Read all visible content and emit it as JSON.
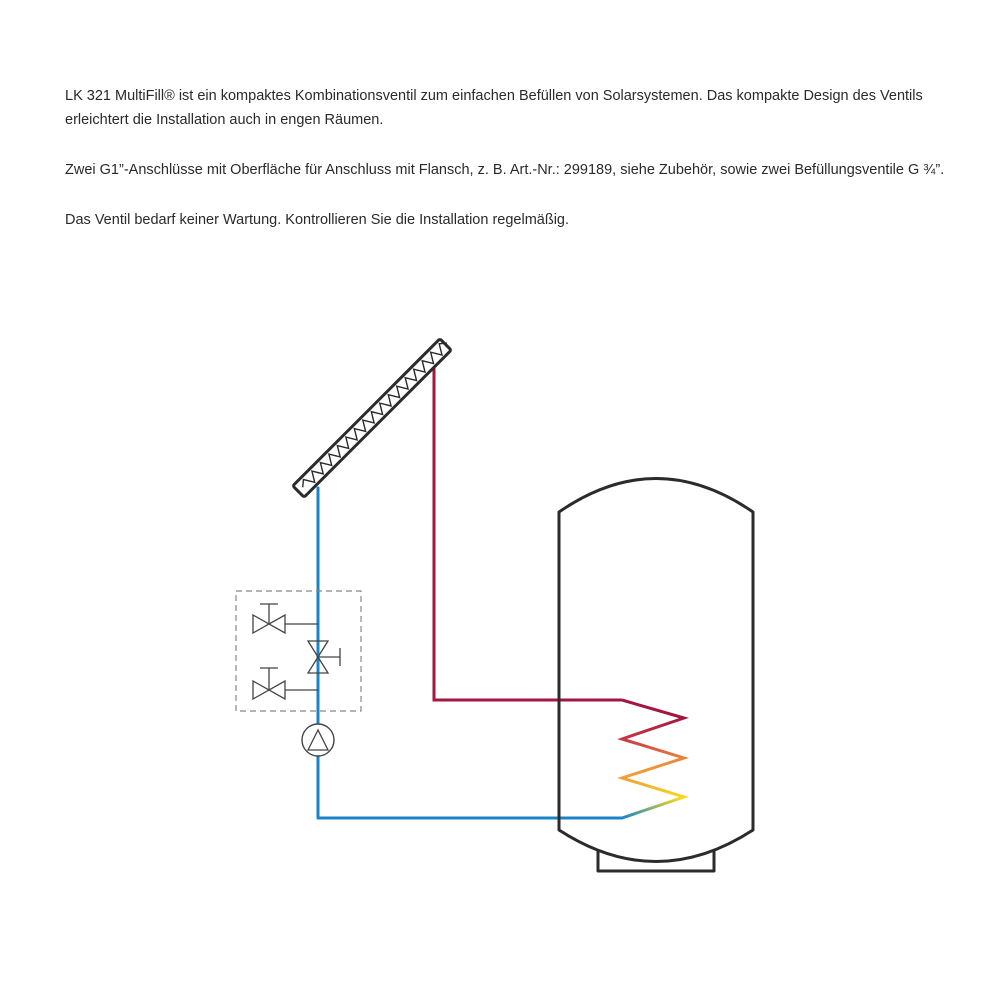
{
  "description": {
    "paragraphs": [
      "LK 321 MultiFill® ist ein kompaktes Kombinationsventil zum einfachen Befüllen von Solarsystemen. Das kompakte Design des Ventils erleichtert die Installation auch in engen Räumen.",
      "Zwei G1”-Anschlüsse mit Oberfläche für Anschluss mit Flansch, z. B. Art.-Nr.: 299189, siehe Zubehör, sowie zwei Befüllungsventile G ¾”.",
      "Das Ventil bedarf keiner Wartung. Kontrollieren Sie die Installation regelmäßig."
    ]
  },
  "diagram": {
    "colors": {
      "outline": "#2b2b2b",
      "return_pipe": "#1b84c6",
      "flow_pipe": "#a3163f",
      "coil_hot": "#a3163f",
      "coil_warm": "#ee8a3a",
      "coil_cool": "#f7dc1c",
      "coil_cold": "#1b84c6",
      "valve_group_border": "#888888"
    },
    "components": [
      "solar-collector",
      "storage-tank",
      "heat-exchanger-coil",
      "multifill-valve-group",
      "circulation-pump"
    ]
  }
}
